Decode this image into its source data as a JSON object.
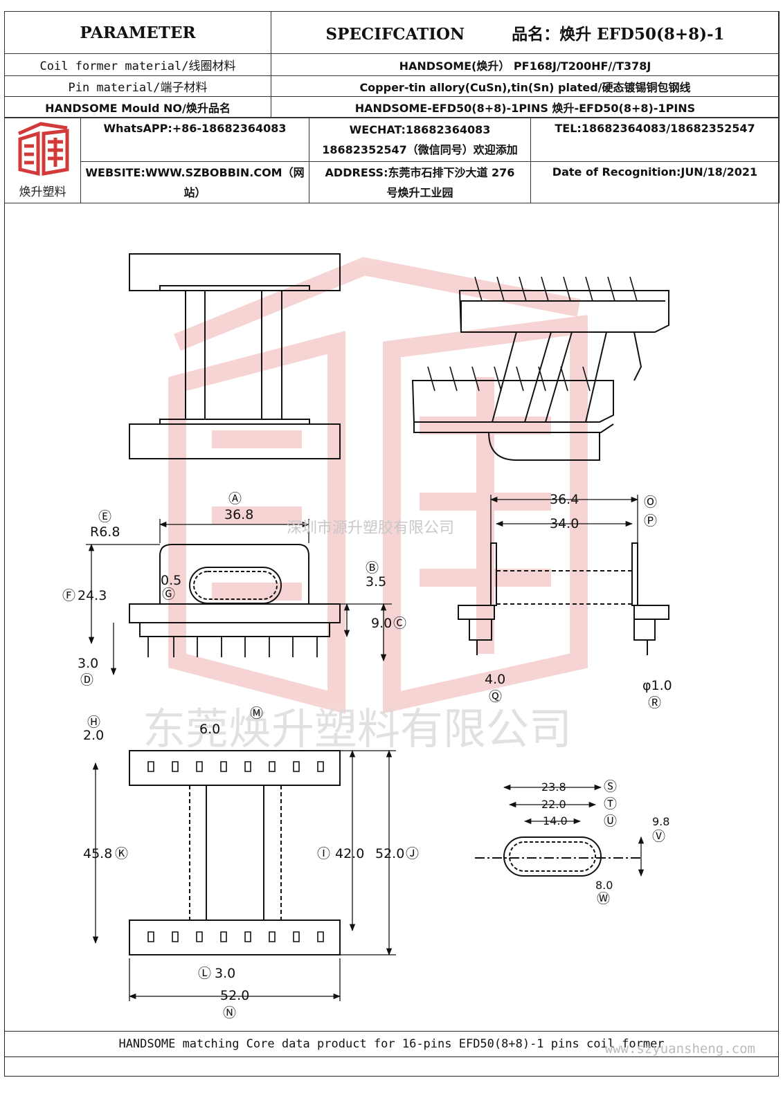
{
  "header": {
    "parameter": "PARAMETER",
    "specification": "SPECIFCATION",
    "product_label": "品名：焕升 EFD50(8+8)-1",
    "rows": [
      {
        "label": "Coil former material/线圈材料",
        "value": "HANDSOME(焕升）  PF168J/T200HF//T378J"
      },
      {
        "label": "Pin material/端子材料",
        "value": "Copper-tin allory(CuSn),tin(Sn) plated/硬态镀锡铜包钢线"
      },
      {
        "label": "HANDSOME Mould NO/焕升品名",
        "value": "HANDSOME-EFD50(8+8)-1PINS    焕升-EFD50(8+8)-1PINS"
      }
    ]
  },
  "company": {
    "logo_text": "焕升塑料",
    "whatsapp": "WhatsAPP:+86-18682364083",
    "wechat_1": "WECHAT:18682364083",
    "wechat_2": "18682352547（微信同号）欢迎添加",
    "tel": "TEL:18682364083/18682352547",
    "website_1": "WEBSITE:WWW.SZBOBBIN.COM（网",
    "website_2": "站）",
    "address_1": "ADDRESS:东莞市石排下沙大道 276",
    "address_2": "号焕升工业园",
    "date": "Date of Recognition:JUN/18/2021"
  },
  "watermarks": {
    "company_small": "深圳市源升塑胶有限公司",
    "company_large": "东莞焕升塑料有限公司",
    "url": "www.szyuansheng.com"
  },
  "dimensions": {
    "A": "36.8",
    "B": "3.5",
    "C": "9.0",
    "D": "3.0",
    "E": "R6.8",
    "F": "24.3",
    "G": "0.5",
    "H": "2.0",
    "I": "42.0",
    "J": "52.0",
    "K": "45.8",
    "L": "3.0",
    "M": "6.0",
    "N": "52.0",
    "O": "36.4",
    "P": "34.0",
    "Q": "4.0",
    "R": "φ1.0",
    "S": "23.8",
    "T": "22.0",
    "U": "14.0",
    "V": "9.8",
    "W": "8.0"
  },
  "markers": {
    "A": "Ⓐ",
    "B": "Ⓑ",
    "C": "Ⓒ",
    "D": "Ⓓ",
    "E": "Ⓔ",
    "F": "Ⓕ",
    "G": "Ⓖ",
    "H": "Ⓗ",
    "I": "Ⓘ",
    "J": "Ⓙ",
    "K": "Ⓚ",
    "L": "Ⓛ",
    "M": "Ⓜ",
    "N": "Ⓝ",
    "O": "Ⓞ",
    "P": "Ⓟ",
    "Q": "Ⓠ",
    "R": "Ⓡ",
    "S": "Ⓢ",
    "T": "Ⓣ",
    "U": "Ⓤ",
    "V": "Ⓥ",
    "W": "Ⓦ"
  },
  "footer": "HANDSOME matching Core data  product for 16-pins EFD50(8+8)-1 pins coil former",
  "colors": {
    "logo_red": "#d23a3a",
    "watermark_red": "#f4caca",
    "line": "#111111"
  }
}
